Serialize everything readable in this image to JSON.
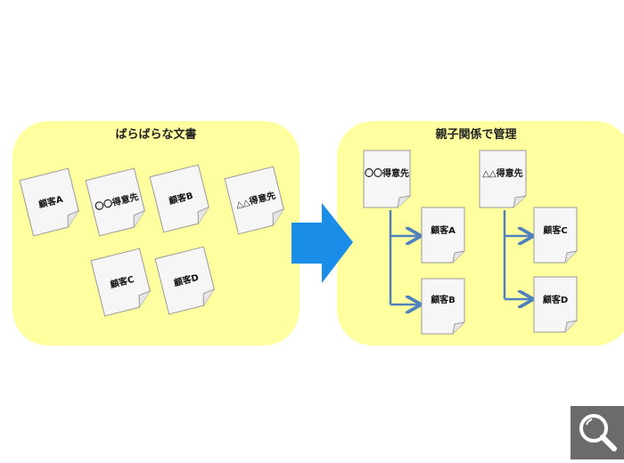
{
  "left_panel": {
    "title": "ばらばらな文書",
    "docs": [
      {
        "id": "a",
        "label": "顧客A"
      },
      {
        "id": "oo",
        "label": "〇〇得意先"
      },
      {
        "id": "b",
        "label": "顧客B"
      },
      {
        "id": "tri",
        "label": "△△得意先"
      },
      {
        "id": "c",
        "label": "顧客C"
      },
      {
        "id": "d",
        "label": "顧客D"
      }
    ]
  },
  "right_panel": {
    "title": "親子関係で管理",
    "groups": [
      {
        "parent": "〇〇得意先",
        "children": [
          "顧客A",
          "顧客B"
        ]
      },
      {
        "parent": "△△得意先",
        "children": [
          "顧客C",
          "顧客D"
        ]
      }
    ]
  },
  "colors": {
    "panel": "#ffffa0",
    "arrow": "#1a8de8",
    "connector": "#4f81bd"
  },
  "icons": {
    "zoom": "magnifier-icon"
  }
}
